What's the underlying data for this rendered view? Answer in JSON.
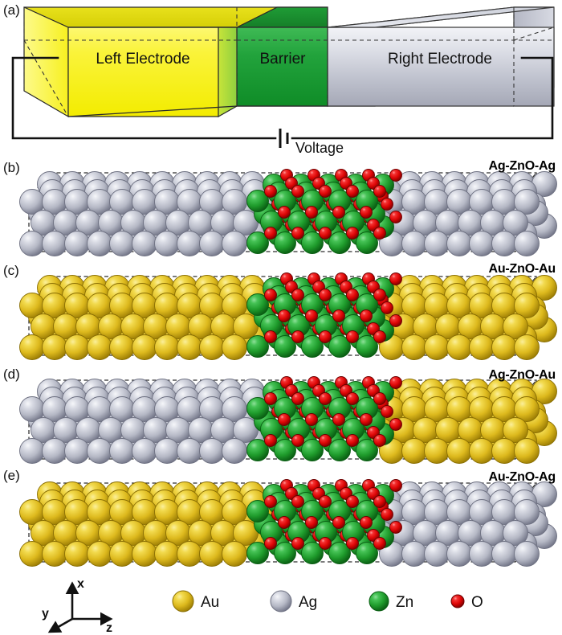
{
  "figure": {
    "panels": [
      {
        "id": "a",
        "label": "(a)",
        "type": "schematic",
        "regions": [
          {
            "name": "left-electrode",
            "label": "Left Electrode",
            "color": "#f5ef1e"
          },
          {
            "name": "barrier",
            "label": "Barrier",
            "color": "#1e9e3a"
          },
          {
            "name": "right-electrode",
            "label": "Right Electrode",
            "color": "#c9ccd6"
          }
        ],
        "circuit": {
          "source_label": "Voltage",
          "symbol": "battery-symbol"
        }
      },
      {
        "id": "b",
        "label": "(b)",
        "title": "Ag-ZnO-Ag",
        "left_electrode": "Ag",
        "barrier": "ZnO",
        "right_electrode": "Ag"
      },
      {
        "id": "c",
        "label": "(c)",
        "title": "Au-ZnO-Au",
        "left_electrode": "Au",
        "barrier": "ZnO",
        "right_electrode": "Au"
      },
      {
        "id": "d",
        "label": "(d)",
        "title": "Ag-ZnO-Au",
        "left_electrode": "Ag",
        "barrier": "ZnO",
        "right_electrode": "Au"
      },
      {
        "id": "e",
        "label": "(e)",
        "title": "Au-ZnO-Ag",
        "left_electrode": "Au",
        "barrier": "ZnO",
        "right_electrode": "Ag"
      }
    ]
  },
  "axes": {
    "name": "axis-triad",
    "x_label": "x",
    "y_label": "y",
    "z_label": "z"
  },
  "legend": {
    "items": [
      {
        "symbol": "Au",
        "label": "Au",
        "color": "#e4c22a",
        "radius": 13
      },
      {
        "symbol": "Ag",
        "label": "Ag",
        "color": "#bdc0ca",
        "radius": 13
      },
      {
        "symbol": "Zn",
        "label": "Zn",
        "color": "#2aa832",
        "radius": 12
      },
      {
        "symbol": "O",
        "label": "O",
        "color": "#e00d0d",
        "radius": 8
      }
    ]
  },
  "colors": {
    "au": "#e4c22a",
    "au_dark": "#a98c07",
    "ag": "#bdc0ca",
    "ag_dark": "#7d8090",
    "zn": "#2aa832",
    "zn_dark": "#0f6b17",
    "o": "#e00d0d",
    "o_dark": "#8c0202",
    "yellow": "#f5ef1e",
    "green": "#1e9e3a",
    "silver": "#c9ccd6",
    "outline": "#1a1a1a"
  }
}
